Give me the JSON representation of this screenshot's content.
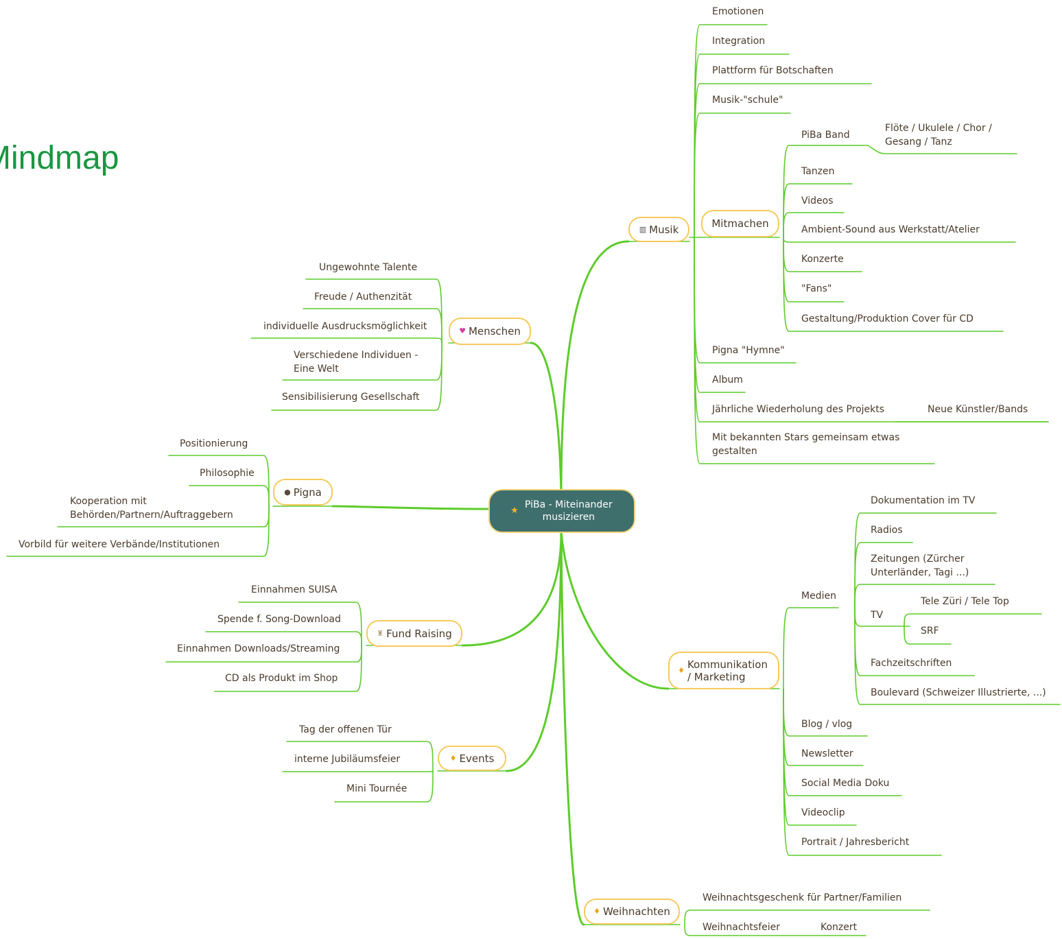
{
  "title": "Mindmap",
  "colors": {
    "link": "#5ccc2a",
    "box_border": "#f7c95c",
    "root_fill": "#3f6f6c",
    "title": "#1a9641"
  },
  "root": {
    "icon": "star-icon",
    "label": "PiBa - Miteinander musizieren"
  },
  "musik": {
    "label": "Musik",
    "icon": "audio-mixer-icon",
    "items": {
      "emotionen": "Emotionen",
      "integration": "Integration",
      "plattform": "Plattform für Botschaften",
      "schule": "Musik-\"schule\"",
      "pigna_hymne": "Pigna \"Hymne\"",
      "album": "Album",
      "jaehrlich": "Jährliche Wiederholung des Projekts",
      "neue_kuenstler": "Neue Künstler/Bands",
      "stars": "Mit bekannten Stars gemeinsam etwas gestalten"
    },
    "mitmachen": {
      "label": "Mitmachen",
      "band": "PiBa Band",
      "band_detail": "Flöte / Ukulele / Chor / Gesang / Tanz",
      "tanzen": "Tanzen",
      "videos": "Videos",
      "ambient": "Ambient-Sound aus Werkstatt/Atelier",
      "konzerte": "Konzerte",
      "fans": "\"Fans\"",
      "cover": "Gestaltung/Produktion Cover für CD"
    }
  },
  "menschen": {
    "label": "Menschen",
    "icon": "heart-icon",
    "items": {
      "talente": "Ungewohnte Talente",
      "freude": "Freude / Authenzität",
      "ausdruck": "individuelle Ausdrucksmöglichkeit",
      "individuen": "Verschiedene Individuen - Eine Welt",
      "sensibilisierung": "Sensibilisierung Gesellschaft"
    }
  },
  "pigna": {
    "label": "Pigna",
    "icon": "pine-cone-icon",
    "items": {
      "positionierung": "Positionierung",
      "philosophie": "Philosophie",
      "kooperation": "Kooperation mit Behörden/Partnern/Auftraggebern",
      "vorbild": "Vorbild für weitere Verbände/Institutionen"
    }
  },
  "fund": {
    "label": "Fund Raising",
    "icon": "coin-stack-icon",
    "items": {
      "suisa": "Einnahmen SUISA",
      "spende": "Spende f. Song-Download",
      "downloads": "Einnahmen Downloads/Streaming",
      "cd": "CD als Produkt im Shop"
    }
  },
  "events": {
    "label": "Events",
    "icon": "lightbulb-icon",
    "items": {
      "tag": "Tag der offenen Tür",
      "jubilaeum": "interne Jubiläumsfeier",
      "tournee": "Mini Tournée"
    }
  },
  "kommunikation": {
    "label": "Kommunikation / Marketing",
    "icon": "lightbulb-icon",
    "medien": {
      "label": "Medien",
      "doku_tv": "Dokumentation im TV",
      "radios": "Radios",
      "zeitungen": "Zeitungen (Zürcher Unterländer, Tagi ...)",
      "tv": "TV",
      "tele": "Tele Züri / Tele Top",
      "srf": "SRF",
      "fach": "Fachzeitschriften",
      "boulevard": "Boulevard (Schweizer Illustrierte, ...)"
    },
    "items": {
      "blog": "Blog / vlog",
      "newsletter": "Newsletter",
      "social": "Social Media Doku",
      "videoclip": "Videoclip",
      "portrait": "Portrait / Jahresbericht"
    }
  },
  "weihnachten": {
    "label": "Weihnachten",
    "icon": "lightbulb-icon",
    "items": {
      "geschenk": "Weihnachtsgeschenk für Partner/Familien",
      "feier": "Weihnachtsfeier",
      "konzert": "Konzert"
    }
  }
}
